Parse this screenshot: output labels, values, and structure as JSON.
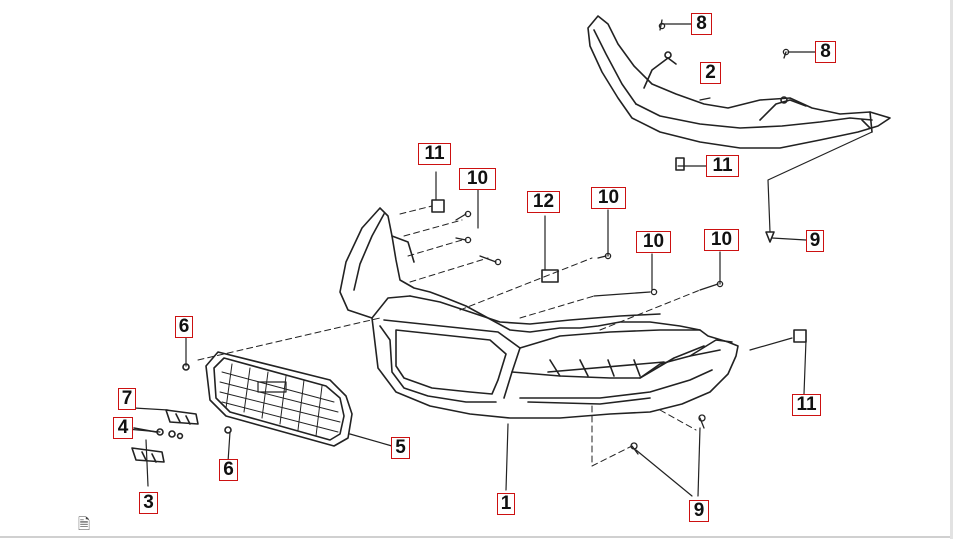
{
  "colors": {
    "callout_border": "#cc1111",
    "line": "#222222",
    "background": "#ffffff"
  },
  "diagram": {
    "callouts": [
      {
        "key": "c1",
        "label": "1"
      },
      {
        "key": "c2",
        "label": "2"
      },
      {
        "key": "c3",
        "label": "3"
      },
      {
        "key": "c4",
        "label": "4"
      },
      {
        "key": "c5",
        "label": "5"
      },
      {
        "key": "c6a",
        "label": "6"
      },
      {
        "key": "c6b",
        "label": "6"
      },
      {
        "key": "c7",
        "label": "7"
      },
      {
        "key": "c8a",
        "label": "8"
      },
      {
        "key": "c8b",
        "label": "8"
      },
      {
        "key": "c9a",
        "label": "9"
      },
      {
        "key": "c9b",
        "label": "9"
      },
      {
        "key": "c10a",
        "label": "10"
      },
      {
        "key": "c10b",
        "label": "10"
      },
      {
        "key": "c10c",
        "label": "10"
      },
      {
        "key": "c10d",
        "label": "10"
      },
      {
        "key": "c11a",
        "label": "11"
      },
      {
        "key": "c11b",
        "label": "11"
      },
      {
        "key": "c11c",
        "label": "11"
      },
      {
        "key": "c12",
        "label": "12"
      }
    ],
    "parts_drawn": [
      "front-bumper",
      "upper-trim-panel",
      "front-grille",
      "emblem-upper",
      "emblem-lower",
      "screws",
      "clips",
      "push-rivets",
      "bracket"
    ],
    "corner_glyph_icon": "document-icon"
  }
}
